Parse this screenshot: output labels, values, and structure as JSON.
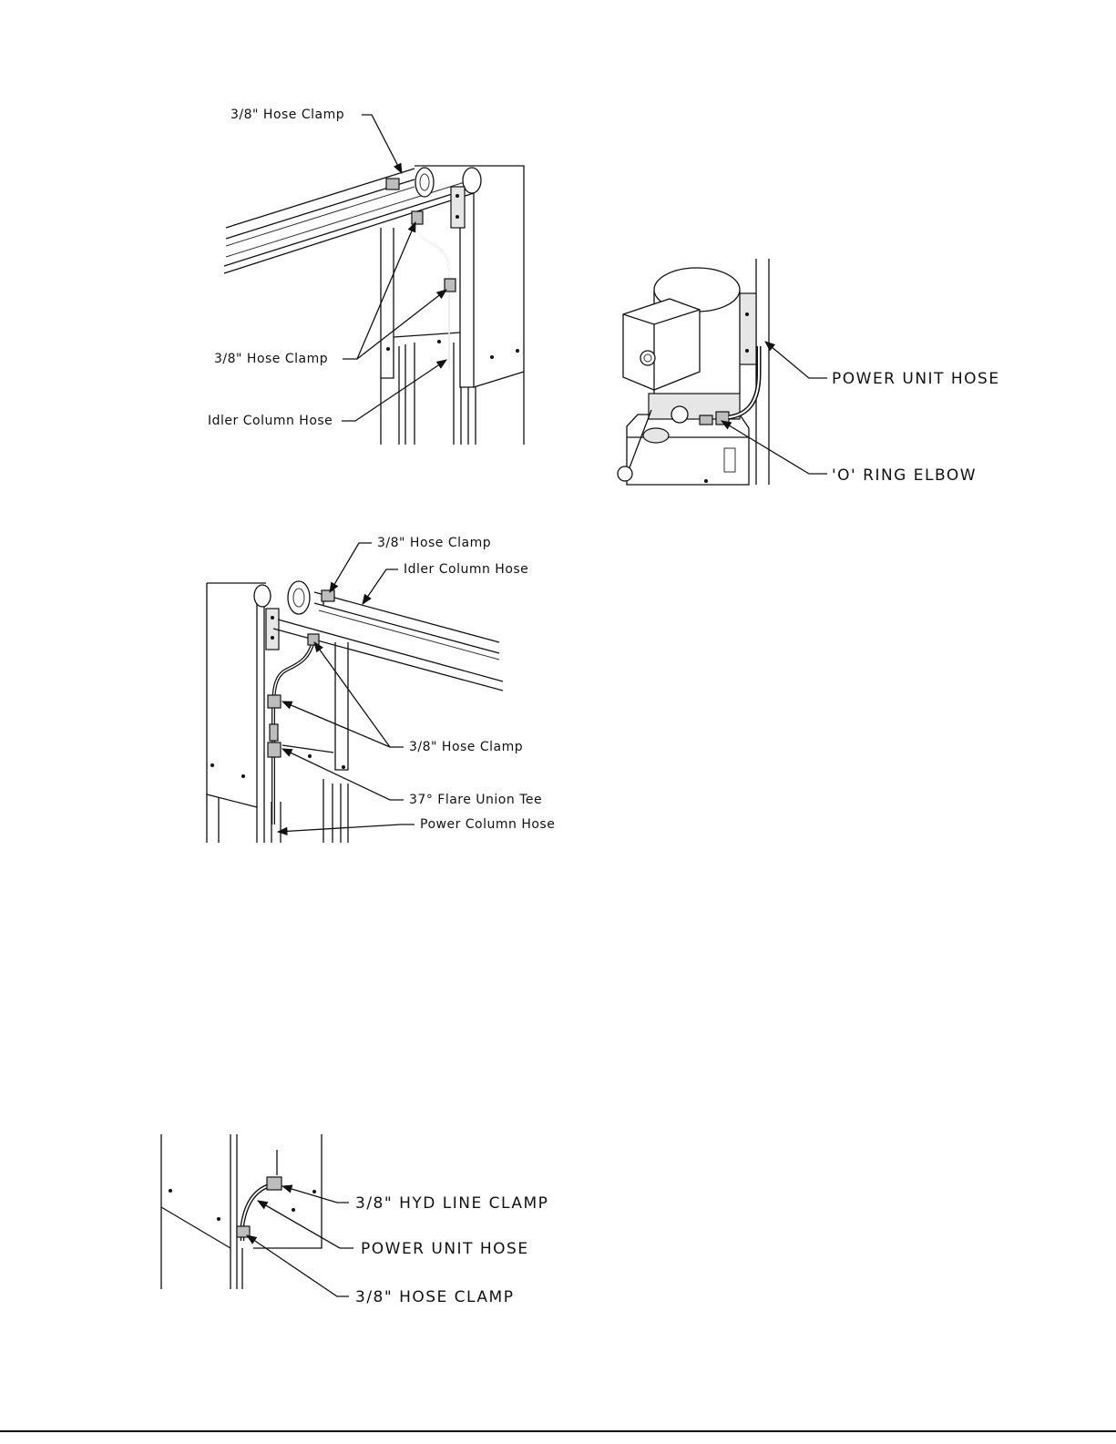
{
  "figure_top_left": {
    "labels": {
      "hose_clamp_top": "3/8\" Hose Clamp",
      "hose_clamp_mid": "3/8\" Hose Clamp",
      "idler_column_hose": "Idler Column Hose"
    }
  },
  "figure_top_right": {
    "labels": {
      "power_unit_hose": "POWER UNIT HOSE",
      "o_ring_elbow": "'O' RING ELBOW"
    }
  },
  "figure_middle_left": {
    "labels": {
      "hose_clamp_top": "3/8\" Hose Clamp",
      "idler_column_hose": "Idler Column Hose",
      "hose_clamp_mid": "3/8\" Hose Clamp",
      "flare_union_tee": "37° Flare Union Tee",
      "power_column_hose": "Power Column Hose"
    }
  },
  "figure_bottom_left": {
    "labels": {
      "hyd_line_clamp": "3/8\" HYD LINE CLAMP",
      "power_unit_hose": "POWER UNIT HOSE",
      "hose_clamp": "3/8\" HOSE CLAMP"
    }
  },
  "colors": {
    "line": "#111111",
    "paper": "#ffffff",
    "shade": "#e6e6e6"
  }
}
